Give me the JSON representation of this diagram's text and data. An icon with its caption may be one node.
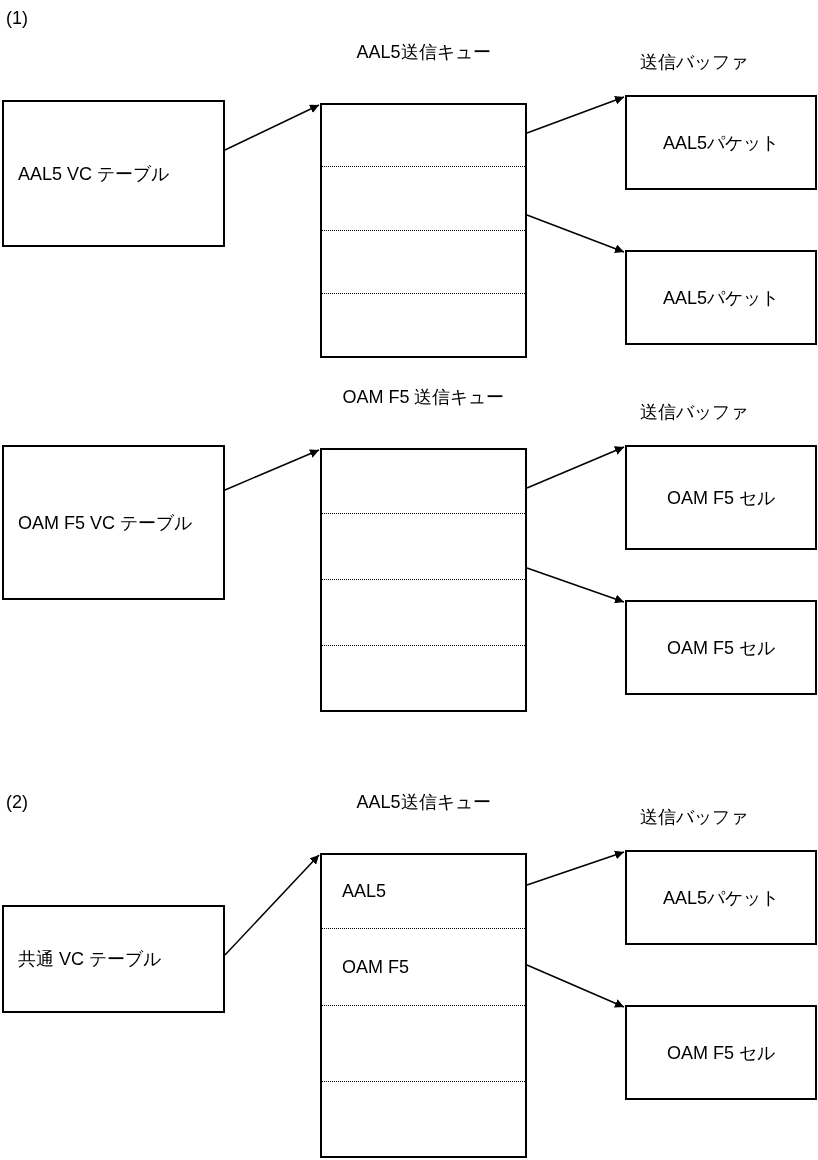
{
  "diagram": {
    "nodes": [
      {
        "text": [
          "AAL5 VC テーブル"
        ]
      },
      {
        "text": [
          "AAL5送信キュー"
        ]
      },
      {
        "text": [
          "送信バッファ",
          "AAL5パケット"
        ]
      },
      {
        "text": [
          "AAL5パケット"
        ]
      },
      {
        "text": [
          "OAM F5 VC テーブル"
        ]
      },
      {
        "text": [
          "OAM F5 送信キュー"
        ]
      },
      {
        "text": [
          "送信バッファ",
          "OAM F5 セル"
        ]
      },
      {
        "text": [
          "OAM F5 セル"
        ]
      },
      {
        "text": [
          "共通 VC テーブル"
        ]
      },
      {
        "text": [
          "AAL5送信キュー",
          "AAL5",
          "OAM F5"
        ]
      },
      {
        "text": [
          "送信バッファ",
          "AAL5パケット"
        ]
      },
      {
        "text": [
          "OAM F5 セル"
        ]
      }
    ],
    "edges": [
      {
        "from": 0,
        "to": 1,
        "arrow": "to"
      },
      {
        "from": 1,
        "to": 2,
        "arrow": "to"
      },
      {
        "from": 1,
        "to": 3,
        "arrow": "to"
      },
      {
        "from": 4,
        "to": 5,
        "arrow": "to"
      },
      {
        "from": 5,
        "to": 6,
        "arrow": "to"
      },
      {
        "from": 5,
        "to": 7,
        "arrow": "to"
      },
      {
        "from": 8,
        "to": 9,
        "arrow": "to"
      },
      {
        "from": 9,
        "to": 10,
        "arrow": "to"
      },
      {
        "from": 9,
        "to": 11,
        "arrow": "to"
      }
    ],
    "labels": [
      "(1)",
      "(2)"
    ]
  }
}
